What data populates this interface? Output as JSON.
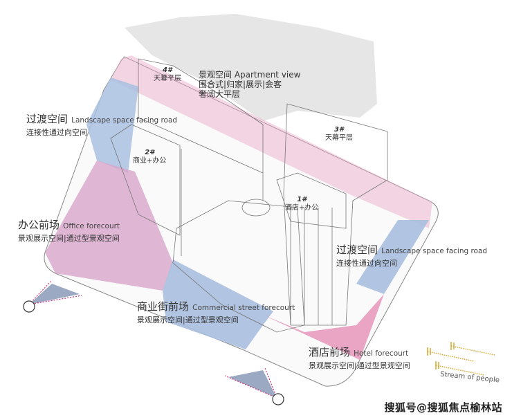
{
  "buildings": [
    {
      "id": "4#",
      "use": "天幕平层"
    },
    {
      "id": "2#",
      "use": "商业+办公"
    },
    {
      "id": "3#",
      "use": "天幕平层"
    },
    {
      "id": "1#",
      "use": "酒店+办公"
    }
  ],
  "zones": {
    "apartment": {
      "title": "景观空间 Apartment view",
      "line1": "围合式|归家|展示|会客",
      "line2": "奢阔大平层"
    },
    "transition_left": {
      "title_zh": "过渡空间",
      "title_en": "Landscape space facing road",
      "sub": "连接性通过向空间"
    },
    "office": {
      "title_zh": "办公前场",
      "title_en": "Office forecourt",
      "sub": "景观展示空间|通过型景观空间"
    },
    "transition_right": {
      "title_zh": "过渡空间",
      "title_en": "Landscape space facing road",
      "sub": "连接性通过向空间"
    },
    "commercial": {
      "title_zh": "商业街前场",
      "title_en": "Commercial street forecourt",
      "sub": "景观展示空间|通过型景观空间"
    },
    "hotel": {
      "title_zh": "酒店前场",
      "title_en": "Hotel forecourt",
      "sub": "景观展示空间|通过型景观空间"
    }
  },
  "legend": {
    "stream": "Stream of people"
  },
  "watermark": "搜狐号@搜狐焦点榆林站",
  "colors": {
    "pink": "#e8a6c6",
    "blue": "#a9bfe0",
    "gray": "#e4e4e4",
    "arrow": "#d4a72c"
  }
}
